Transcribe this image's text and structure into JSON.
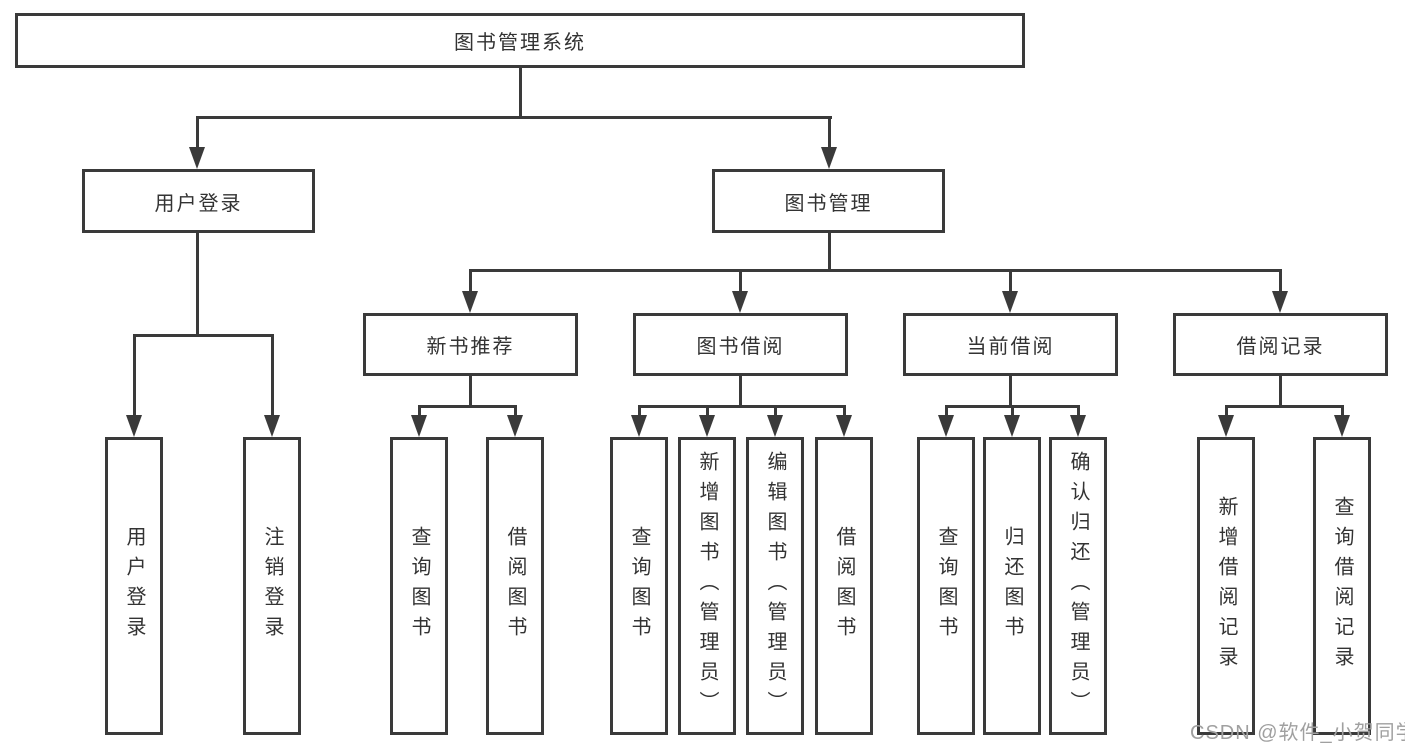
{
  "tree": {
    "root": "图书管理系统",
    "branches": [
      {
        "label": "用户登录",
        "children": [
          "用户登录",
          "注销登录"
        ]
      },
      {
        "label": "图书管理",
        "sections": [
          {
            "label": "新书推荐",
            "children": [
              "查询图书",
              "借阅图书"
            ]
          },
          {
            "label": "图书借阅",
            "children": [
              "查询图书",
              "新增图书（管理员）",
              "编辑图书（管理员）",
              "借阅图书"
            ]
          },
          {
            "label": "当前借阅",
            "children": [
              "查询图书",
              "归还图书",
              "确认归还（管理员）"
            ]
          },
          {
            "label": "借阅记录",
            "children": [
              "新增借阅记录",
              "查询借阅记录"
            ]
          }
        ]
      }
    ]
  },
  "colors": {
    "line": "#3a3a3a",
    "text": "#333333",
    "watermark_text": "#a0a0a0",
    "background": "#ffffff"
  },
  "watermark": {
    "text": "CSDN @软件_小贺同学"
  }
}
